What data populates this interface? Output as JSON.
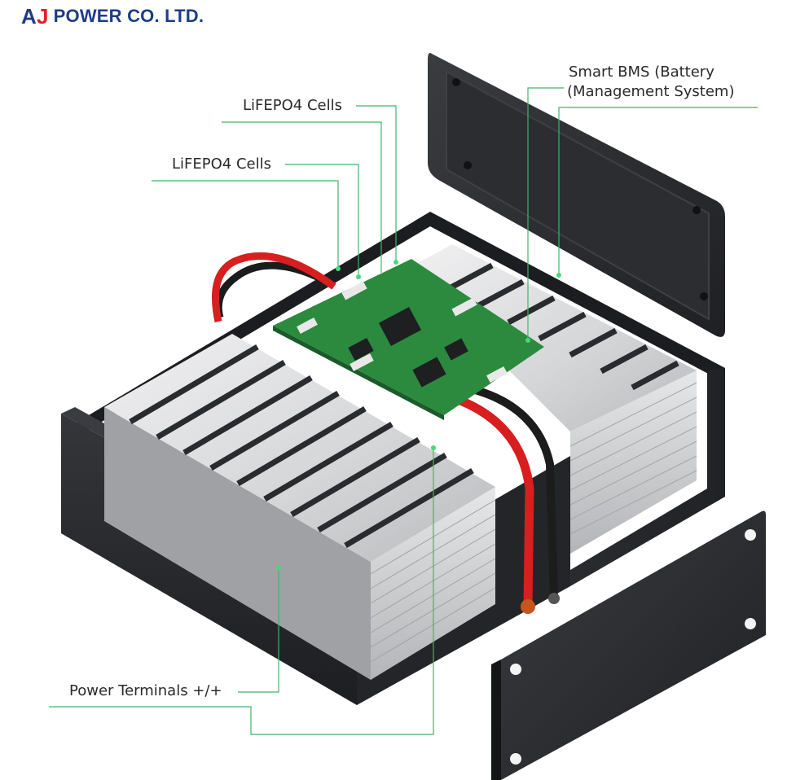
{
  "brand": {
    "logo_mark_a": "A",
    "logo_mark_j": "J",
    "name": "POWER CO. LTD.",
    "color_primary": "#1d3c8a",
    "color_accent": "#e21f26"
  },
  "callouts": {
    "cells_upper": "LiFEPO4 Cells",
    "cells_lower": "LiFEPO4 Cells",
    "bms_line1": "Smart BMS (Battery",
    "bms_line2": "(Management System)",
    "terminals": "Power Terminals +/+"
  },
  "colors": {
    "leader_line": "#3fb56b",
    "case": "#26282b",
    "cell_aluminum": "#d9dadb",
    "pcb": "#2c8a3f",
    "cable_red": "#d71f1f",
    "cable_black": "#1c1c1c"
  }
}
